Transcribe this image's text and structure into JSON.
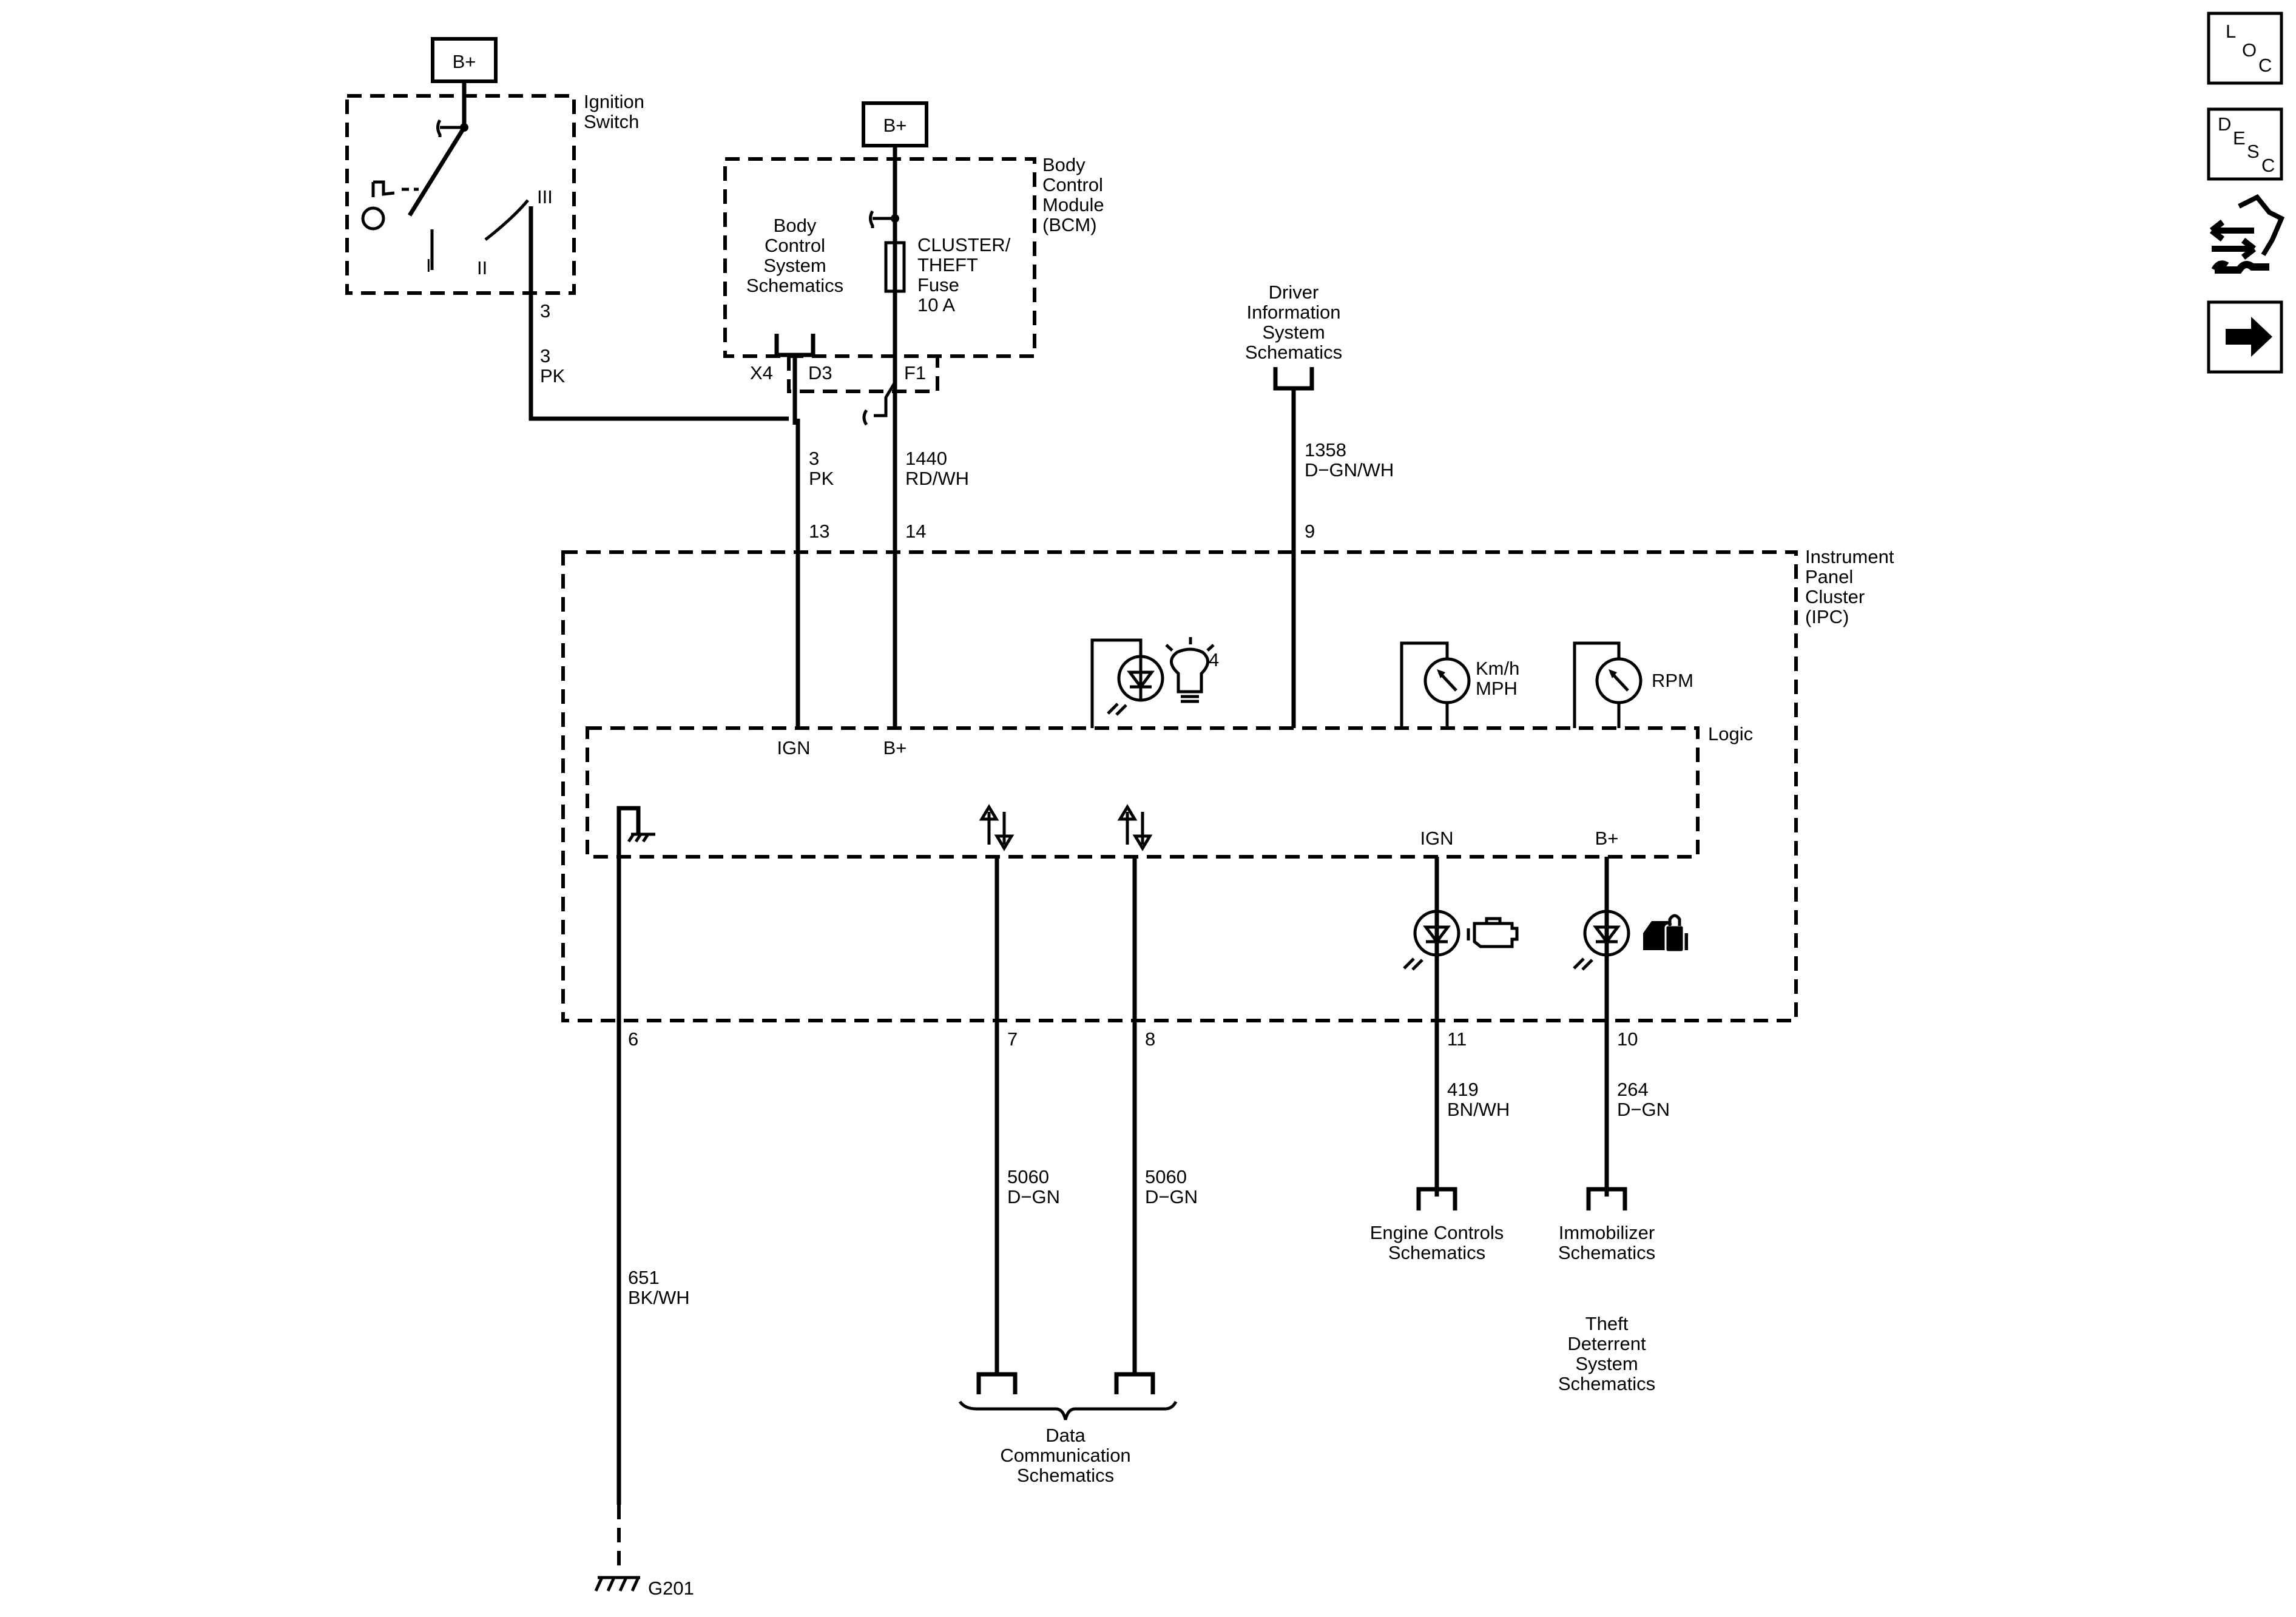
{
  "components": {
    "ignition_switch": {
      "name": "Ignition\nSwitch",
      "supply": "B+",
      "positions": [
        "I",
        "II",
        "III"
      ],
      "pin": "3"
    },
    "bcm": {
      "name": "Body\nControl\nModule\n(BCM)",
      "supply": "B+",
      "reference": "Body\nControl\nSystem\nSchematics",
      "fuse": "CLUSTER/\nTHEFT\nFuse\n10 A",
      "connectors": [
        "X4",
        "D3",
        "F1"
      ]
    },
    "ipc": {
      "name": "Instrument\nPanel\nCluster\n(IPC)",
      "logic": "Logic",
      "ign_in": "IGN",
      "bplus_in": "B+",
      "ign_out": "IGN",
      "bplus_out": "B+"
    }
  },
  "indicators": {
    "bulb_count": "4",
    "speedometer": "Km/h\nMPH",
    "tachometer": "RPM"
  },
  "circuits": {
    "ign_feed_top": {
      "pin": "3",
      "circuit": "3\nPK"
    },
    "ign_feed": {
      "circuit": "3\nPK",
      "pin": "13"
    },
    "battery_feed": {
      "circuit": "1440\nRD/WH",
      "pin": "14"
    },
    "driver_info": {
      "circuit": "1358\nD-GN/WH",
      "pin": "9"
    },
    "ground": {
      "pin": "6",
      "circuit": "651\nBK/WH",
      "ground_point": "G201"
    },
    "data_1": {
      "pin": "7",
      "circuit": "5060\nD-GN"
    },
    "data_2": {
      "pin": "8",
      "circuit": "5060\nD-GN"
    },
    "engine": {
      "pin": "11",
      "circuit": "419\nBN/WH"
    },
    "immobilizer": {
      "pin": "10",
      "circuit": "264\nD-GN"
    }
  },
  "references": {
    "driver_information": "Driver\nInformation\nSystem\nSchematics",
    "data_communication": "Data\nCommunication\nSchematics",
    "engine_controls": "Engine Controls\nSchematics",
    "immobilizer": "Immobilizer\nSchematics",
    "theft_deterrent": "Theft\nDeterrent\nSystem\nSchematics"
  },
  "nav": {
    "loc": [
      "L",
      "O",
      "C"
    ],
    "desc": [
      "D",
      "E",
      "S",
      "C"
    ],
    "nav_icons": [
      "connector-end-view-icon",
      "next-page-arrow-icon"
    ]
  }
}
